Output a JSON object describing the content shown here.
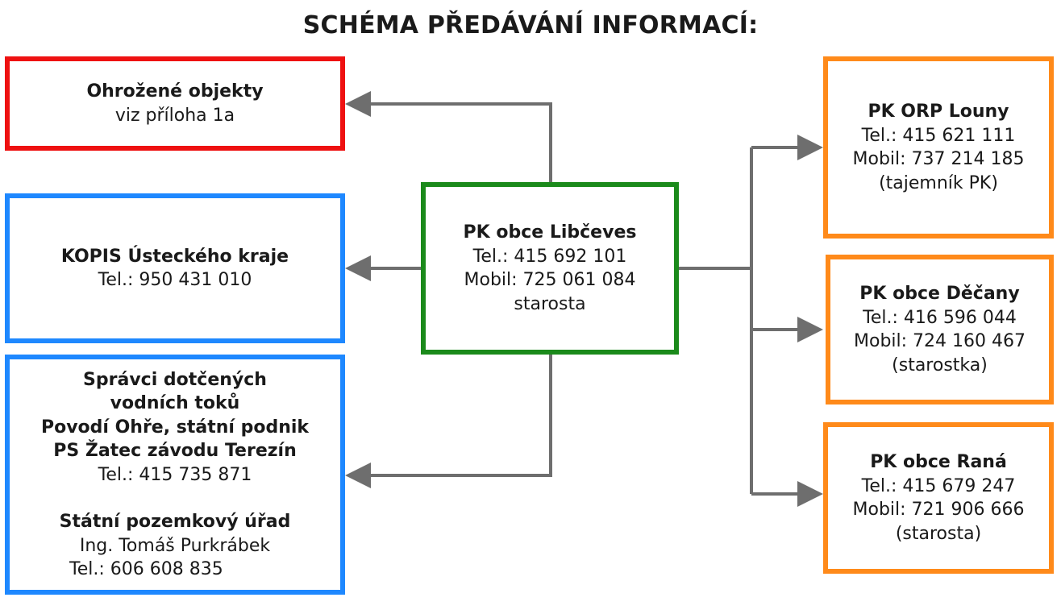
{
  "title": "SCHÉMA PŘEDÁVÁNÍ INFORMACÍ:",
  "colors": {
    "red": "#ee1111",
    "blue": "#1e88ff",
    "green": "#1b8a1b",
    "orange": "#ff8a1a",
    "arrow": "#6e6e6e"
  },
  "center": {
    "name": "PK obce Libčeves",
    "tel": "Tel.: 415 692 101",
    "mobil": "Mobil: 725 061 084",
    "role": "starosta"
  },
  "left": {
    "threatened": {
      "name": "Ohrožené objekty",
      "note": "viz příloha 1a"
    },
    "kopis": {
      "name": "KOPIS Ústeckého kraje",
      "tel": "Tel.: 950 431 010"
    },
    "managers": {
      "line1": "Správci dotčených",
      "line2": "vodních toků",
      "line3": "Povodí Ohře, státní podnik",
      "line4": "PS Žatec závodu Terezín",
      "tel": "Tel.: 415 735 871",
      "office": "Státní pozemkový úřad",
      "person": "Ing. Tomáš Purkrábek",
      "tel2": "Tel.:  606 608 835"
    }
  },
  "right": [
    {
      "name": "PK ORP Louny",
      "tel": "Tel.: 415 621 111",
      "mobil": "Mobil: 737 214 185",
      "role": "(tajemník PK)"
    },
    {
      "name": "PK obce Děčany",
      "tel": "Tel.: 416 596 044",
      "mobil": "Mobil: 724 160 467",
      "role": "(starostka)"
    },
    {
      "name": "PK obce Raná",
      "tel": "Tel.: 415 679 247",
      "mobil": "Mobil: 721 906 666",
      "role": "(starosta)"
    }
  ]
}
